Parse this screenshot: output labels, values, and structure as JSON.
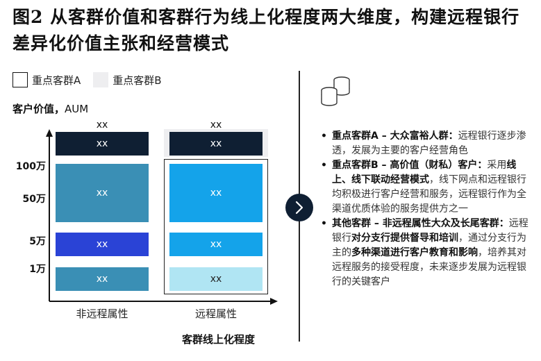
{
  "title": "图2 从客群价值和客群行为线上化程度两大维度，构建远程银行差异化价值主张和经营模式",
  "legend": {
    "a_label": "重点客群A",
    "b_label": "重点客群B"
  },
  "y_axis": {
    "label_bold": "客户价值，",
    "label_unit": "AUM",
    "ticks": [
      "100万",
      "50万",
      "5万",
      "1万"
    ]
  },
  "x_axis": {
    "title": "客群线上化程度",
    "categories": [
      "非远程属性",
      "远程属性"
    ]
  },
  "columns": [
    {
      "top_label": "xx",
      "cells": [
        "xx",
        "xx",
        "xx",
        "xx"
      ]
    },
    {
      "top_label": "xx",
      "cells": [
        "xx",
        "xx",
        "xx",
        "xx"
      ]
    }
  ],
  "colors": {
    "navy": "#0f1f33",
    "teal": "#3a8fb5",
    "royal": "#2a43d6",
    "cyan": "#14a3ea",
    "light_cyan": "#b0e5f3",
    "gray": "#eeeef0"
  },
  "icons": {
    "next": "chevron-right-icon",
    "coins": "coin-stack-icon"
  },
  "bullets": [
    {
      "bold": "重点客群A – 大众富裕人群：",
      "text": "远程银行逐步渗透，发展为主要的客户经营角色"
    },
    {
      "bold": "重点客群B – 高价值（财私）客户：",
      "text_pre": "采用",
      "bold2": "线上、线下联动经营模式",
      "text_post": "，线下网点和远程银行均积极进行客户经营和服务，远程银行作为全渠道优质体验的服务提供方之一"
    },
    {
      "bold": "其他客群 – 非远程属性大众及长尾客群：",
      "text_pre": "远程银行",
      "bold2": "对分支行提供督导和培训",
      "text_mid": "，通过分支行为主的",
      "bold3": "多种渠道进行客户教育和影响",
      "text_post": "，培养其对远程服务的接受程度，未来逐步发展为远程银行的关键客户"
    }
  ]
}
